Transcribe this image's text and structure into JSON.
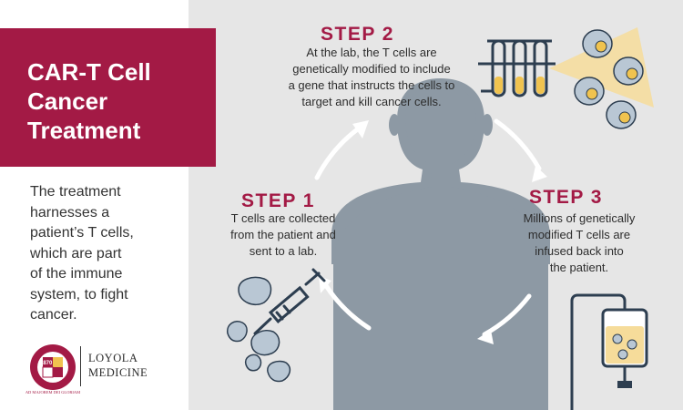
{
  "title": {
    "lines": [
      "CAR-T Cell",
      "Cancer",
      "Treatment"
    ]
  },
  "intro": {
    "lines": [
      "The treatment",
      "harnesses a",
      "patient’s T cells,",
      "which are part",
      "of the immune",
      "system, to fight",
      "cancer."
    ]
  },
  "steps": [
    {
      "title": "STEP 1",
      "lines": [
        "T cells are collected",
        "from the patient and",
        "sent to a lab."
      ]
    },
    {
      "title": "STEP 2",
      "lines": [
        "At the lab, the T cells are",
        "genetically modified to include",
        "a gene that instructs the cells to",
        "target and kill cancer cells."
      ]
    },
    {
      "title": "STEP 3",
      "lines": [
        "Millions of genetically",
        "modified T cells are",
        "infused back into",
        "the patient."
      ]
    }
  ],
  "logo": {
    "lines": [
      "LOYOLA",
      "MEDICINE"
    ],
    "seal_text": "AD MAJOREM DEI GLORIAM",
    "seal_year": "1870"
  },
  "colors": {
    "brand": "#a31a45",
    "panel": "#e6e6e6",
    "silhouette": "#8d99a4",
    "cell": "#b9c7d4",
    "accent": "#f0c34f"
  }
}
